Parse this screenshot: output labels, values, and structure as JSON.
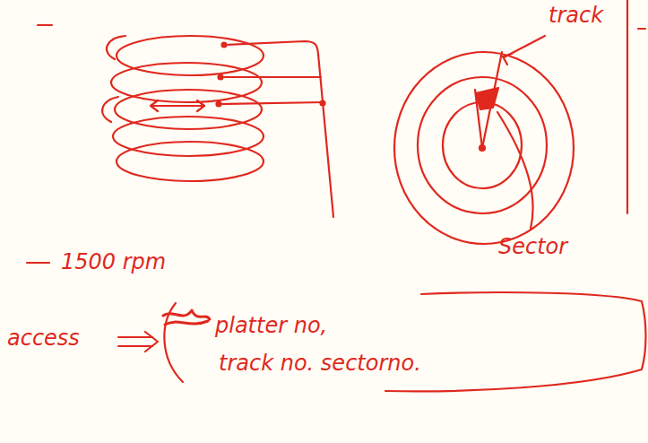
{
  "diagram": {
    "labels": [
      "track",
      "1500 rpm",
      "Sector",
      "access",
      "platter no,",
      "track no. sectorno."
    ]
  }
}
